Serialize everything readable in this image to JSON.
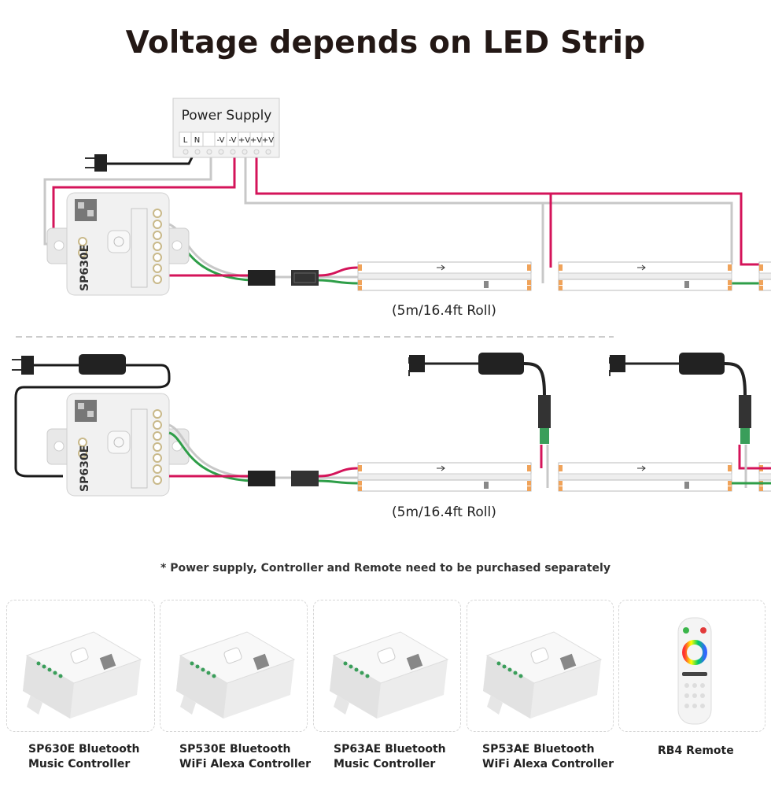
{
  "title": "Voltage depends on LED Strip",
  "power_supply": {
    "label": "Power Supply",
    "terminals": [
      "L",
      "N",
      "",
      "-V",
      "-V",
      "+V",
      "+V",
      "+V"
    ]
  },
  "controller_model": "SP630E",
  "roll_label_1": "(5m/16.4ft Roll)",
  "roll_label_2": "(5m/16.4ft Roll)",
  "note": "* Power supply, Controller and Remote need to be purchased separately",
  "products": [
    {
      "line1": "SP630E Bluetooth",
      "line2": "Music Controller"
    },
    {
      "line1": "SP530E Bluetooth",
      "line2": "WiFi Alexa Controller"
    },
    {
      "line1": "SP63AE Bluetooth",
      "line2": "Music Controller"
    },
    {
      "line1": "SP53AE Bluetooth",
      "line2": "WiFi Alexa Controller"
    },
    {
      "line1": "RB4 Remote",
      "line2": ""
    }
  ],
  "colors": {
    "positive_wire": "#d4145a",
    "negative_wire": "#c8c8c8",
    "data_wire": "#2e9e48",
    "power_cord": "#1a1a1a",
    "title": "#231815"
  }
}
